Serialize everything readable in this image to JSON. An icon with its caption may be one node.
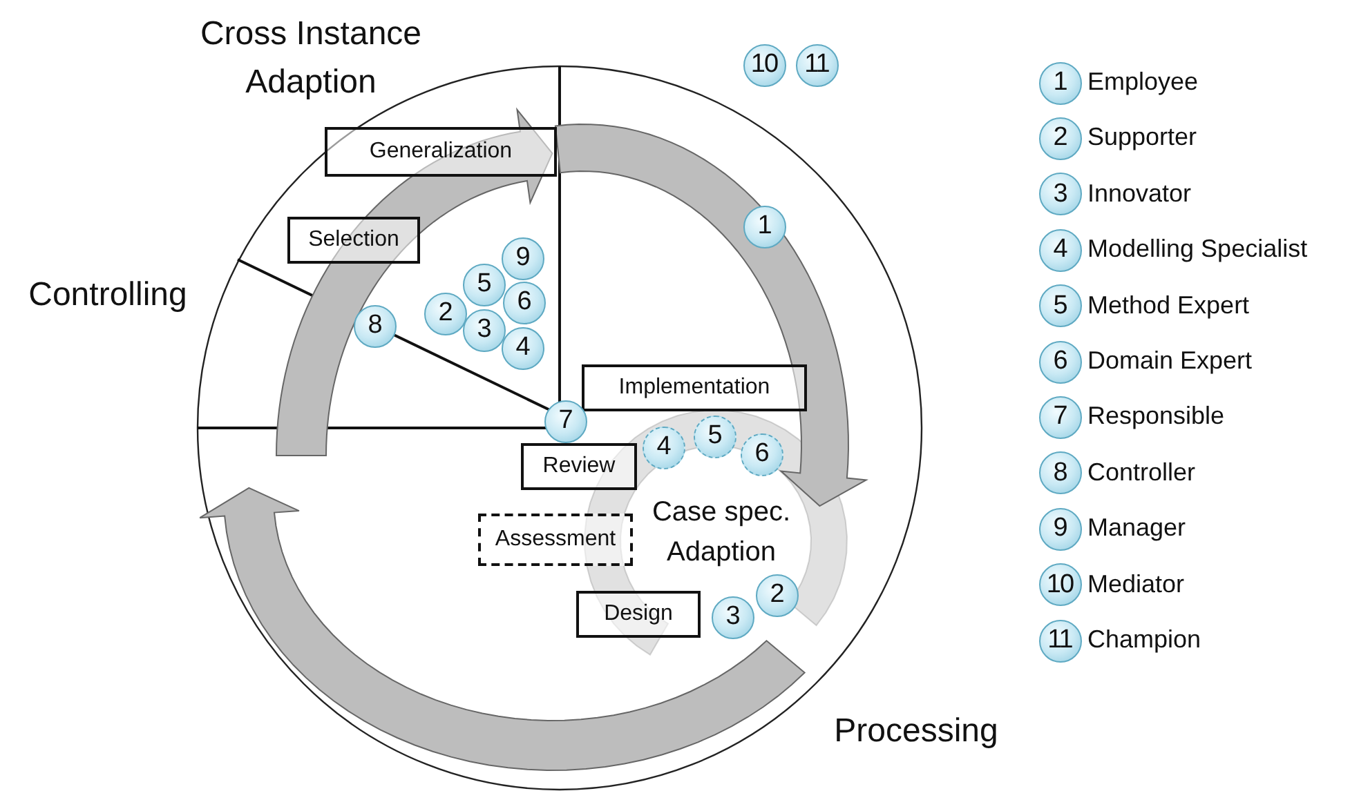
{
  "diagram": {
    "nodes": [
      {
        "text": [
          "Generalization"
        ]
      },
      {
        "text": [
          "Selection"
        ]
      },
      {
        "text": [
          "8"
        ]
      },
      {
        "text": [
          "9"
        ]
      },
      {
        "text": [
          "5"
        ]
      },
      {
        "text": [
          "2"
        ]
      },
      {
        "text": [
          "6"
        ]
      },
      {
        "text": [
          "3"
        ]
      },
      {
        "text": [
          "4"
        ]
      },
      {
        "text": [
          "10"
        ]
      },
      {
        "text": [
          "11"
        ]
      },
      {
        "text": [
          "1"
        ]
      },
      {
        "text": [
          "Implementation"
        ]
      },
      {
        "text": [
          "7"
        ]
      },
      {
        "text": [
          "Review"
        ]
      },
      {
        "text": [
          "4"
        ]
      },
      {
        "text": [
          "5"
        ]
      },
      {
        "text": [
          "6"
        ]
      },
      {
        "text": [
          "Assessment"
        ]
      },
      {
        "text": [
          "2"
        ]
      },
      {
        "text": [
          "3"
        ]
      },
      {
        "text": [
          "Design"
        ]
      },
      {
        "text": [
          "1"
        ],
        "beside": [
          "Employee"
        ]
      },
      {
        "text": [
          "2"
        ],
        "beside": [
          "Supporter"
        ]
      },
      {
        "text": [
          "3"
        ],
        "beside": [
          "Innovator"
        ]
      },
      {
        "text": [
          "4"
        ],
        "beside": [
          "Modelling Specialist"
        ]
      },
      {
        "text": [
          "5"
        ],
        "beside": [
          "Method Expert"
        ]
      },
      {
        "text": [
          "6"
        ],
        "beside": [
          "Domain Expert"
        ]
      },
      {
        "text": [
          "7"
        ],
        "beside": [
          "Responsible"
        ]
      },
      {
        "text": [
          "8"
        ],
        "beside": [
          "Controller"
        ]
      },
      {
        "text": [
          "9"
        ],
        "beside": [
          "Manager"
        ]
      },
      {
        "text": [
          "10"
        ],
        "beside": [
          "Mediator"
        ]
      },
      {
        "text": [
          "11"
        ],
        "beside": [
          "Champion"
        ]
      }
    ],
    "labels": [
      "Cross Instance Adaption",
      "Controlling",
      "Case spec. Adaption",
      "Processing"
    ]
  }
}
